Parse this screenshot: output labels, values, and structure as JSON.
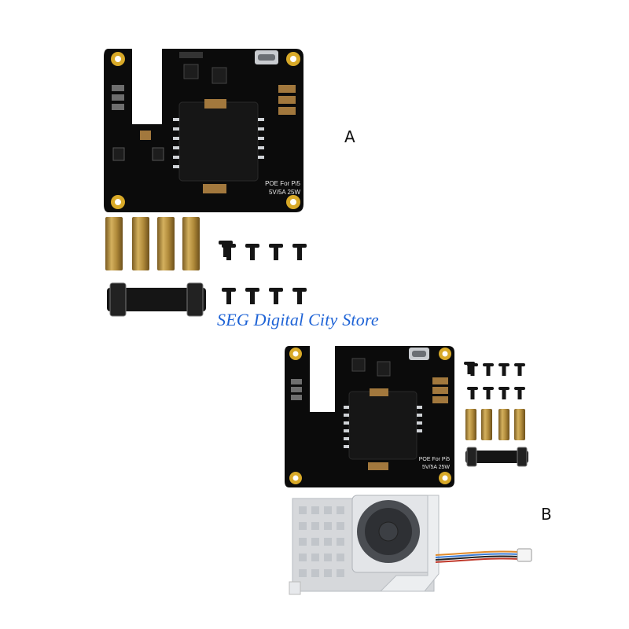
{
  "labels": {
    "variant_a": "A",
    "variant_b": "B"
  },
  "watermark": "SEG Digital City Store",
  "board_silkscreen": {
    "line1": "POE For Pi5",
    "line2": "5V/5A 25W"
  },
  "colors": {
    "pcb": "#0b0b0b",
    "pad_gold": "#d8a928",
    "brass": "#b08a3a",
    "watermark": "#1e63d6",
    "heatsink": "#d6d8db"
  }
}
